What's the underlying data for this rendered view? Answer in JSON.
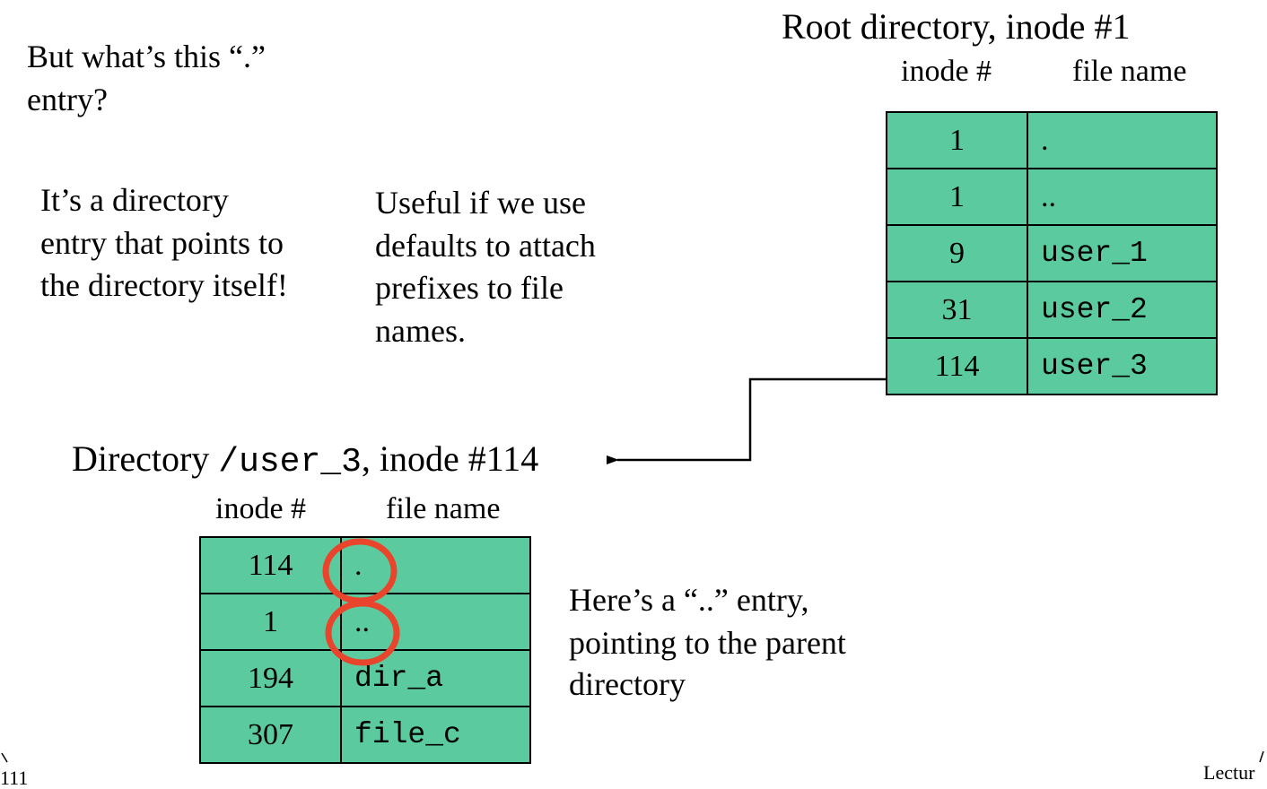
{
  "question": [
    "But what’s this “.”",
    "entry?"
  ],
  "explanation": [
    "It’s a directory",
    "entry that points to",
    "the directory itself!"
  ],
  "usefulness": [
    "Useful if we use",
    "defaults to attach",
    "prefixes to file",
    "names."
  ],
  "parent_note": [
    "Here’s a “..” entry,",
    "pointing to the parent",
    "directory"
  ],
  "root_dir": {
    "title": "Root directory, inode #1",
    "col_inode": "inode #",
    "col_name": "file name",
    "rows": [
      {
        "inode": "1",
        "name": "."
      },
      {
        "inode": "1",
        "name": ".."
      },
      {
        "inode": "9",
        "name": "user_1"
      },
      {
        "inode": "31",
        "name": "user_2"
      },
      {
        "inode": "114",
        "name": "user_3"
      }
    ]
  },
  "sub_dir": {
    "title_prefix": "Directory ",
    "title_path": "/user_3",
    "title_suffix": ", inode #114",
    "col_inode": "inode #",
    "col_name": "file name",
    "rows": [
      {
        "inode": "114",
        "name": "."
      },
      {
        "inode": "1",
        "name": ".."
      },
      {
        "inode": "194",
        "name": "dir_a"
      },
      {
        "inode": "307",
        "name": "file_c"
      }
    ]
  },
  "footer": {
    "left_fragment": "111",
    "right_fragment": "Lectur"
  },
  "colors": {
    "table_fill": "#5bcb9f",
    "highlight_circle": "#e8452c"
  }
}
